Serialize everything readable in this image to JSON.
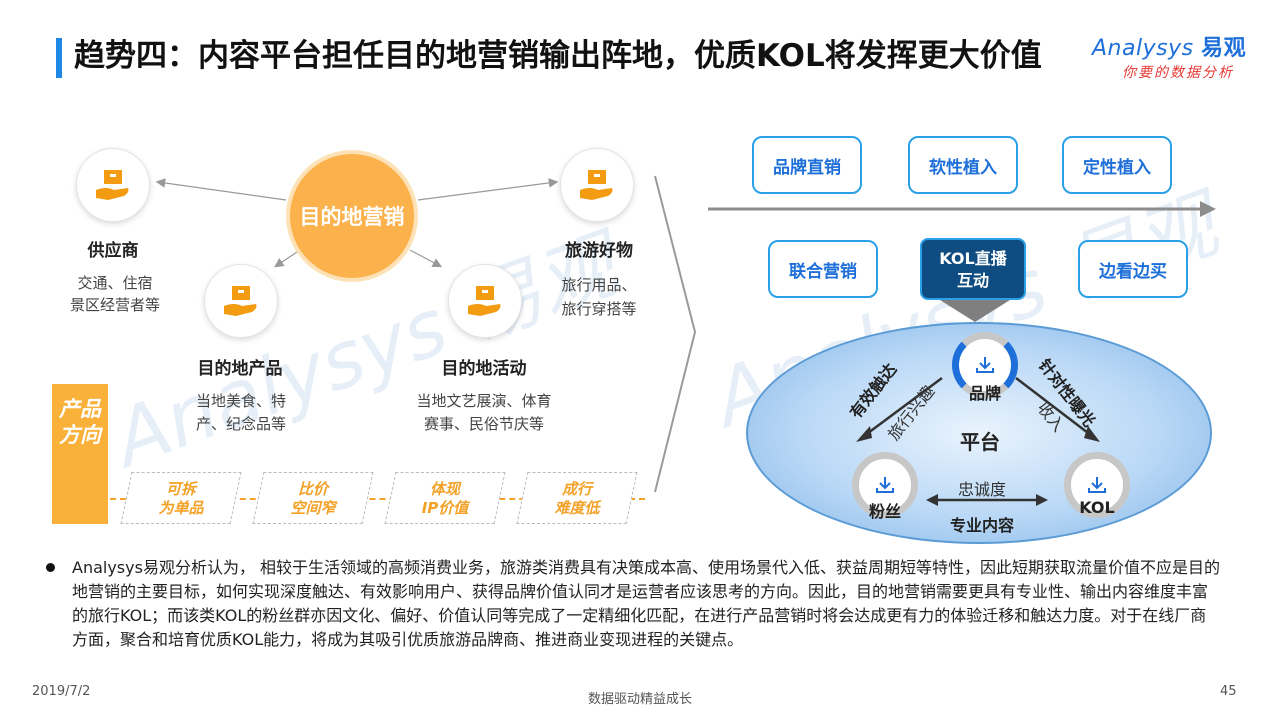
{
  "header": {
    "title": "趋势四：内容平台担任目的地营销输出阵地，优质KOL将发挥更大价值"
  },
  "logo": {
    "brand": "Analysys",
    "brand_cn": "易观",
    "tagline": "你要的数据分析"
  },
  "left_diagram": {
    "center": "目的地营销",
    "nodes": [
      {
        "title": "供应商",
        "desc1": "交通、住宿",
        "desc2": "景区经营者等"
      },
      {
        "title": "旅游好物",
        "desc1": "旅行用品、",
        "desc2": "旅行穿搭等"
      },
      {
        "title": "目的地产品",
        "desc1": "当地美食、特",
        "desc2": "产、纪念品等"
      },
      {
        "title": "目的地活动",
        "desc1": "当地文艺展演、体育",
        "desc2": "赛事、民俗节庆等"
      }
    ],
    "direction_label": "产品方向",
    "directions": [
      {
        "line1": "可拆",
        "line2": "为单品"
      },
      {
        "line1": "比价",
        "line2": "空间窄"
      },
      {
        "line1": "体现",
        "line2": "IP价值"
      },
      {
        "line1": "成行",
        "line2": "难度低"
      }
    ]
  },
  "right_diagram": {
    "bubbles_top": [
      "品牌直销",
      "软性植入",
      "定性植入"
    ],
    "bubbles_bottom": [
      "联合营销",
      "边看边买"
    ],
    "highlight": {
      "line1": "KOL直播",
      "line2": "互动"
    },
    "platform": "平台",
    "brand": "品牌",
    "fans": "粉丝",
    "kol": "KOL",
    "reach": "有效触达",
    "travel_interest": "旅行兴趣",
    "exposure": "针对性曝光",
    "income": "收入",
    "loyalty": "忠诚度",
    "content": "专业内容"
  },
  "body": {
    "paragraph": "Analysys易观分析认为， 相较于生活领域的高频消费业务，旅游类消费具有决策成本高、使用场景代入低、获益周期短等特性，因此短期获取流量价值不应是目的地营销的主要目标，如何实现深度触达、有效影响用户、获得品牌价值认同才是运营者应该思考的方向。因此，目的地营销需要更具有专业性、输出内容维度丰富的旅行KOL；而该类KOL的粉丝群亦因文化、偏好、价值认同等完成了一定精细化匹配，在进行产品营销时将会达成更有力的体验迁移和触达力度。对于在线厂商方面，聚合和培育优质KOL能力，将成为其吸引优质旅游品牌商、推进商业变现进程的关键点。"
  },
  "footer": {
    "date": "2019/7/2",
    "slogan": "数据驱动精益成长",
    "page": "45"
  },
  "colors": {
    "accent_blue": "#1e88e5",
    "orange": "#fbb24c",
    "dark_blue": "#0f4c81"
  }
}
